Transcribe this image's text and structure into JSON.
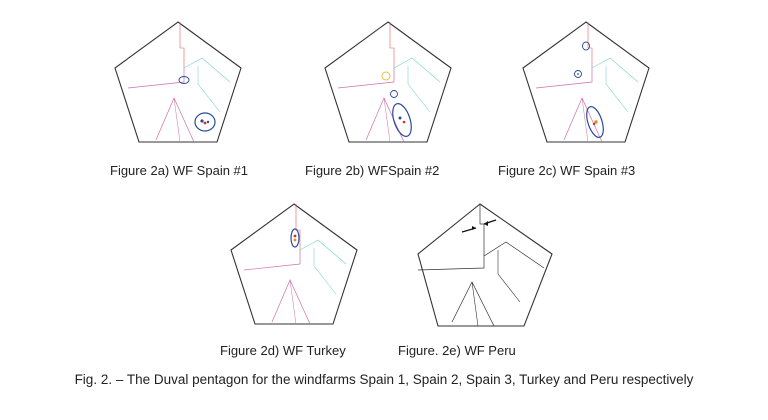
{
  "figures": [
    {
      "id": "a",
      "caption": "Figure 2a) WF Spain #1",
      "variant": "standard",
      "cluster": "bottom"
    },
    {
      "id": "b",
      "caption": "Figure 2b) WFSpain #2",
      "variant": "standard",
      "cluster": "bottom-tall"
    },
    {
      "id": "c",
      "caption": "Figure 2c) WF Spain #3",
      "variant": "standard",
      "cluster": "bottom-tall"
    },
    {
      "id": "d",
      "caption": "Figure 2d) WF Turkey",
      "variant": "standard",
      "cluster": "top"
    },
    {
      "id": "e",
      "caption": "Figure. 2e) WF Peru",
      "variant": "bw",
      "cluster": "arrows"
    }
  ],
  "main_caption": "Fig. 2. –  The Duval pentagon for the windfarms Spain 1, Spain 2, Spain 3, Turkey and Peru respectively",
  "colors": {
    "outline": "#333333",
    "zone_pink": "#d070a8",
    "zone_cyan": "#7fd4cc",
    "zone_red": "#e06060",
    "marker_blue": "#2a4a9a",
    "marker_orange": "#e08a2a",
    "marker_red": "#d03020",
    "marker_yellow": "#e8c040"
  }
}
